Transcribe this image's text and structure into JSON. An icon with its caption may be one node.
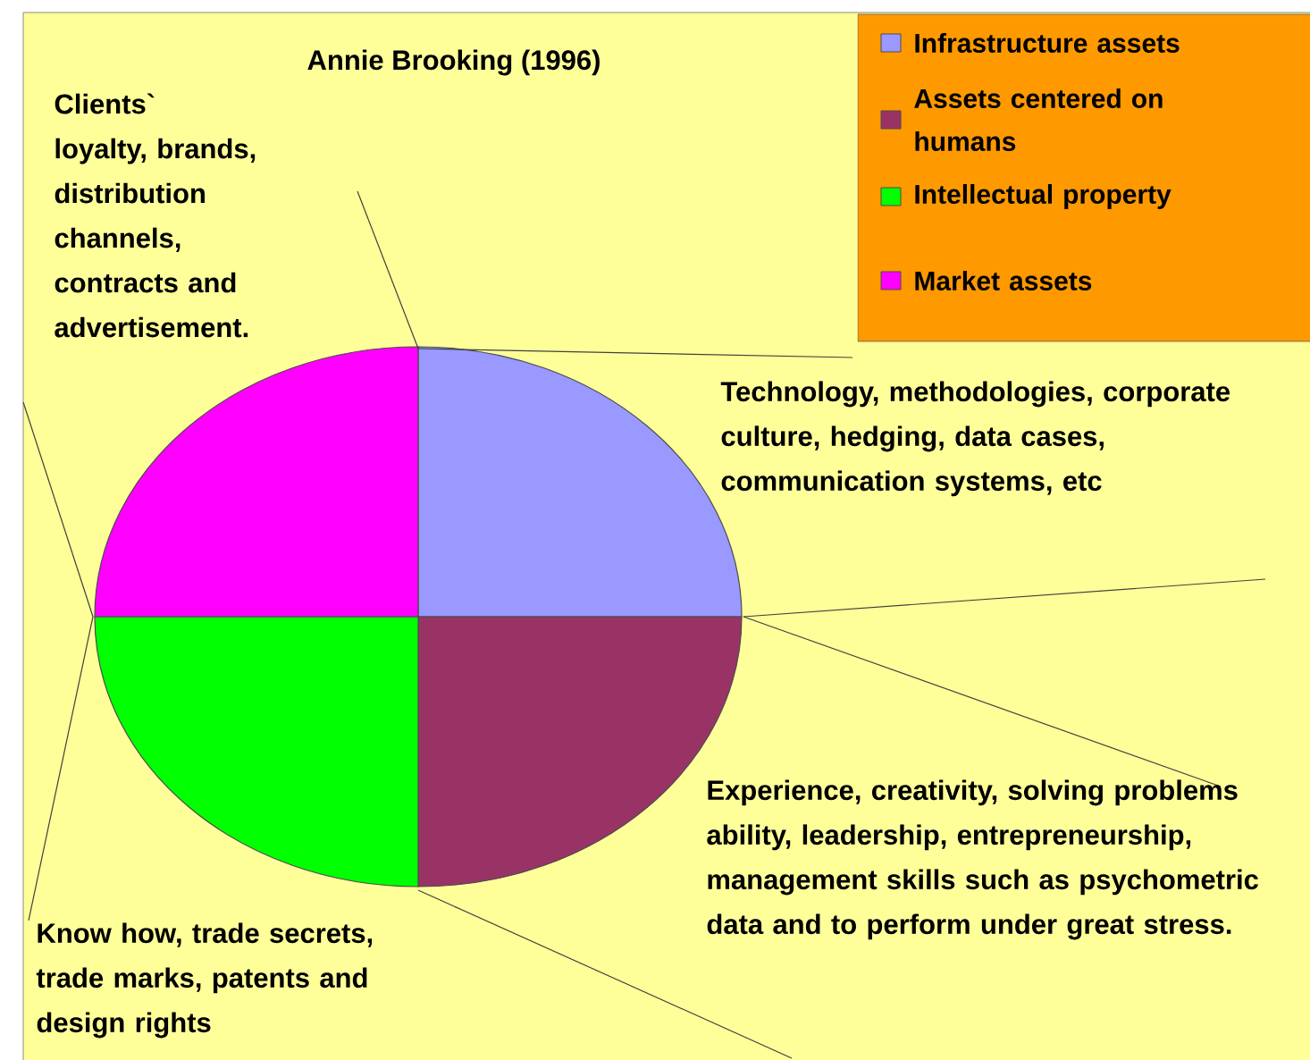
{
  "diagram": {
    "title": "Annie Brooking (1996)",
    "labels": [
      "Clients` loyalty, brands, distribution channels, contracts and advertisement.",
      "Technology, methodologies, corporate culture, hedging, data cases, communication systems, etc",
      "Experience, creativity, solving problems ability, leadership, entrepreneurship, management skills such as psychometric data and  to perform under great stress.",
      "Know how, trade secrets, trade marks, patents and design rights"
    ],
    "legend": [
      {
        "text": "Infrastructure assets",
        "color": "#9999ff"
      },
      {
        "text": "Assets centered on humans",
        "color": "#993366"
      },
      {
        "text": "Intellectual property",
        "color": "#00ff00"
      },
      {
        "text": "Market assets",
        "color": "#ff00ff"
      }
    ]
  }
}
